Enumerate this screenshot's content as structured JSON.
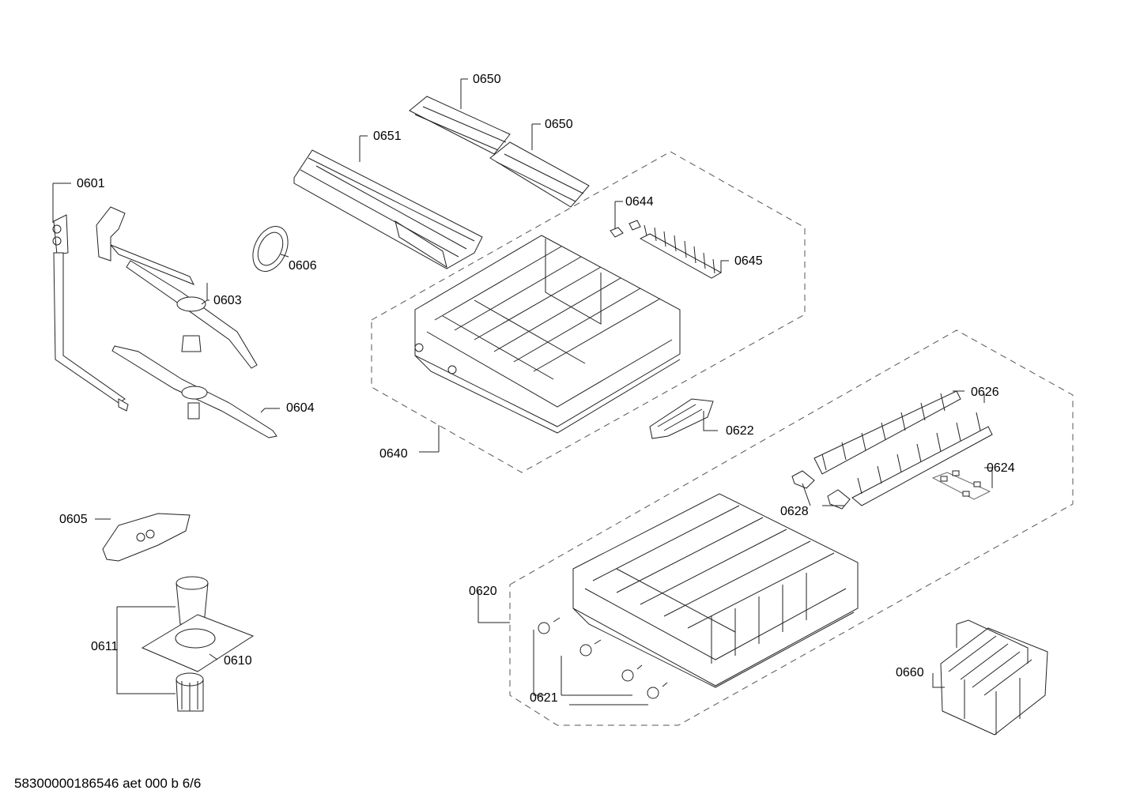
{
  "diagram": {
    "footer_code": "58300000186546 aet 000 b 6/6",
    "callouts": {
      "p0601": "0601",
      "p0603": "0603",
      "p0604": "0604",
      "p0605": "0605",
      "p0606": "0606",
      "p0610": "0610",
      "p0611": "0611",
      "p0620": "0620",
      "p0621": "0621",
      "p0622": "0622",
      "p0624": "0624",
      "p0626": "0626",
      "p0628": "0628",
      "p0640": "0640",
      "p0644": "0644",
      "p0645": "0645",
      "p0650a": "0650",
      "p0650b": "0650",
      "p0651": "0651",
      "p0660": "0660"
    }
  }
}
